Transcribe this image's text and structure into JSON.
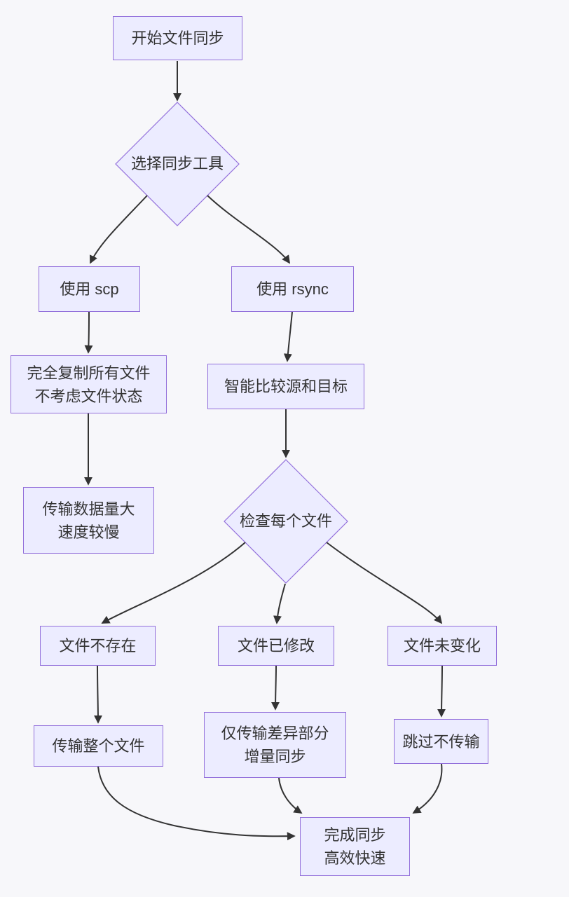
{
  "diagram": {
    "type": "flowchart",
    "direction": "top-down",
    "colors": {
      "background": "#f7f7fa",
      "node_fill": "#ECECFF",
      "node_border": "#9370DB",
      "edge_color": "#333333",
      "text_color": "#333333"
    },
    "nodes": {
      "start": {
        "label": "开始文件同步",
        "shape": "rect"
      },
      "choose_tool": {
        "label": "选择同步工具",
        "shape": "diamond"
      },
      "use_scp": {
        "label": "使用 scp",
        "shape": "rect"
      },
      "use_rsync": {
        "label": "使用 rsync",
        "shape": "rect"
      },
      "full_copy": {
        "label": "完全复制所有文件\n不考虑文件状态",
        "shape": "rect"
      },
      "smart_compare": {
        "label": "智能比较源和目标",
        "shape": "rect"
      },
      "large_data": {
        "label": "传输数据量大\n速度较慢",
        "shape": "rect"
      },
      "check_file": {
        "label": "检查每个文件",
        "shape": "diamond"
      },
      "not_exist": {
        "label": "文件不存在",
        "shape": "rect"
      },
      "modified": {
        "label": "文件已修改",
        "shape": "rect"
      },
      "unchanged": {
        "label": "文件未变化",
        "shape": "rect"
      },
      "transfer_whole": {
        "label": "传输整个文件",
        "shape": "rect"
      },
      "diff_only": {
        "label": "仅传输差异部分\n增量同步",
        "shape": "rect"
      },
      "skip": {
        "label": "跳过不传输",
        "shape": "rect"
      },
      "done": {
        "label": "完成同步\n高效快速",
        "shape": "rect"
      }
    },
    "edges": [
      {
        "from": "start",
        "to": "choose_tool"
      },
      {
        "from": "choose_tool",
        "to": "use_scp"
      },
      {
        "from": "choose_tool",
        "to": "use_rsync"
      },
      {
        "from": "use_scp",
        "to": "full_copy"
      },
      {
        "from": "use_rsync",
        "to": "smart_compare"
      },
      {
        "from": "full_copy",
        "to": "large_data"
      },
      {
        "from": "smart_compare",
        "to": "check_file"
      },
      {
        "from": "check_file",
        "to": "not_exist"
      },
      {
        "from": "check_file",
        "to": "modified"
      },
      {
        "from": "check_file",
        "to": "unchanged"
      },
      {
        "from": "not_exist",
        "to": "transfer_whole"
      },
      {
        "from": "modified",
        "to": "diff_only"
      },
      {
        "from": "unchanged",
        "to": "skip"
      },
      {
        "from": "transfer_whole",
        "to": "done"
      },
      {
        "from": "diff_only",
        "to": "done"
      },
      {
        "from": "skip",
        "to": "done"
      }
    ]
  }
}
